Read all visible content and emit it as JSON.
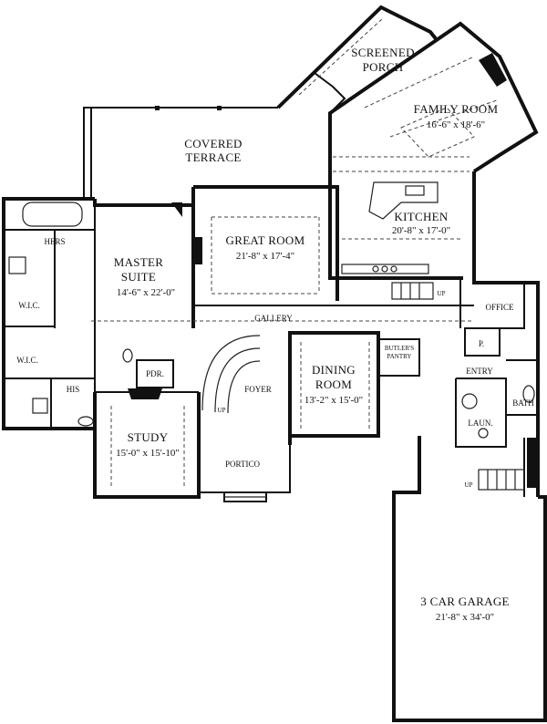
{
  "rooms": {
    "screened_porch": [
      "SCREENED",
      "PORCH"
    ],
    "family_room": {
      "name": "FAMILY ROOM",
      "dims": "16'-6\" x 18'-6\""
    },
    "covered_terrace": [
      "COVERED",
      "TERRACE"
    ],
    "kitchen": {
      "name": "KITCHEN",
      "dims": "20'-8\" x 17'-0\""
    },
    "hers": "HERS",
    "master_suite": {
      "name": [
        "MASTER",
        "SUITE"
      ],
      "dims": "14'-6\" x 22'-0\""
    },
    "great_room": {
      "name": "GREAT ROOM",
      "dims": "21'-8\" x 17'-4\""
    },
    "wic_upper": "W.I.C.",
    "wic_lower": "W.I.C.",
    "gallery": "GALLERY",
    "office": "OFFICE",
    "pantry_p": "P.",
    "butlers_pantry": [
      "BUTLER'S",
      "PANTRY"
    ],
    "pdr": "PDR.",
    "dining_room": {
      "name": [
        "DINING",
        "ROOM"
      ],
      "dims": "13'-2\" x 15'-0\""
    },
    "entry": "ENTRY",
    "foyer": "FOYER",
    "his": "HIS",
    "bath": "BATH",
    "laundry": "LAUN.",
    "study": {
      "name": "STUDY",
      "dims": "15'-0\" x 15'-10\""
    },
    "portico": "PORTICO",
    "garage": {
      "name": "3 CAR GARAGE",
      "dims": "21'-8\" x 34'-0\""
    }
  },
  "stair_labels": {
    "kitchen_up": "UP",
    "foyer_up": "UP",
    "garage_up": "UP"
  }
}
